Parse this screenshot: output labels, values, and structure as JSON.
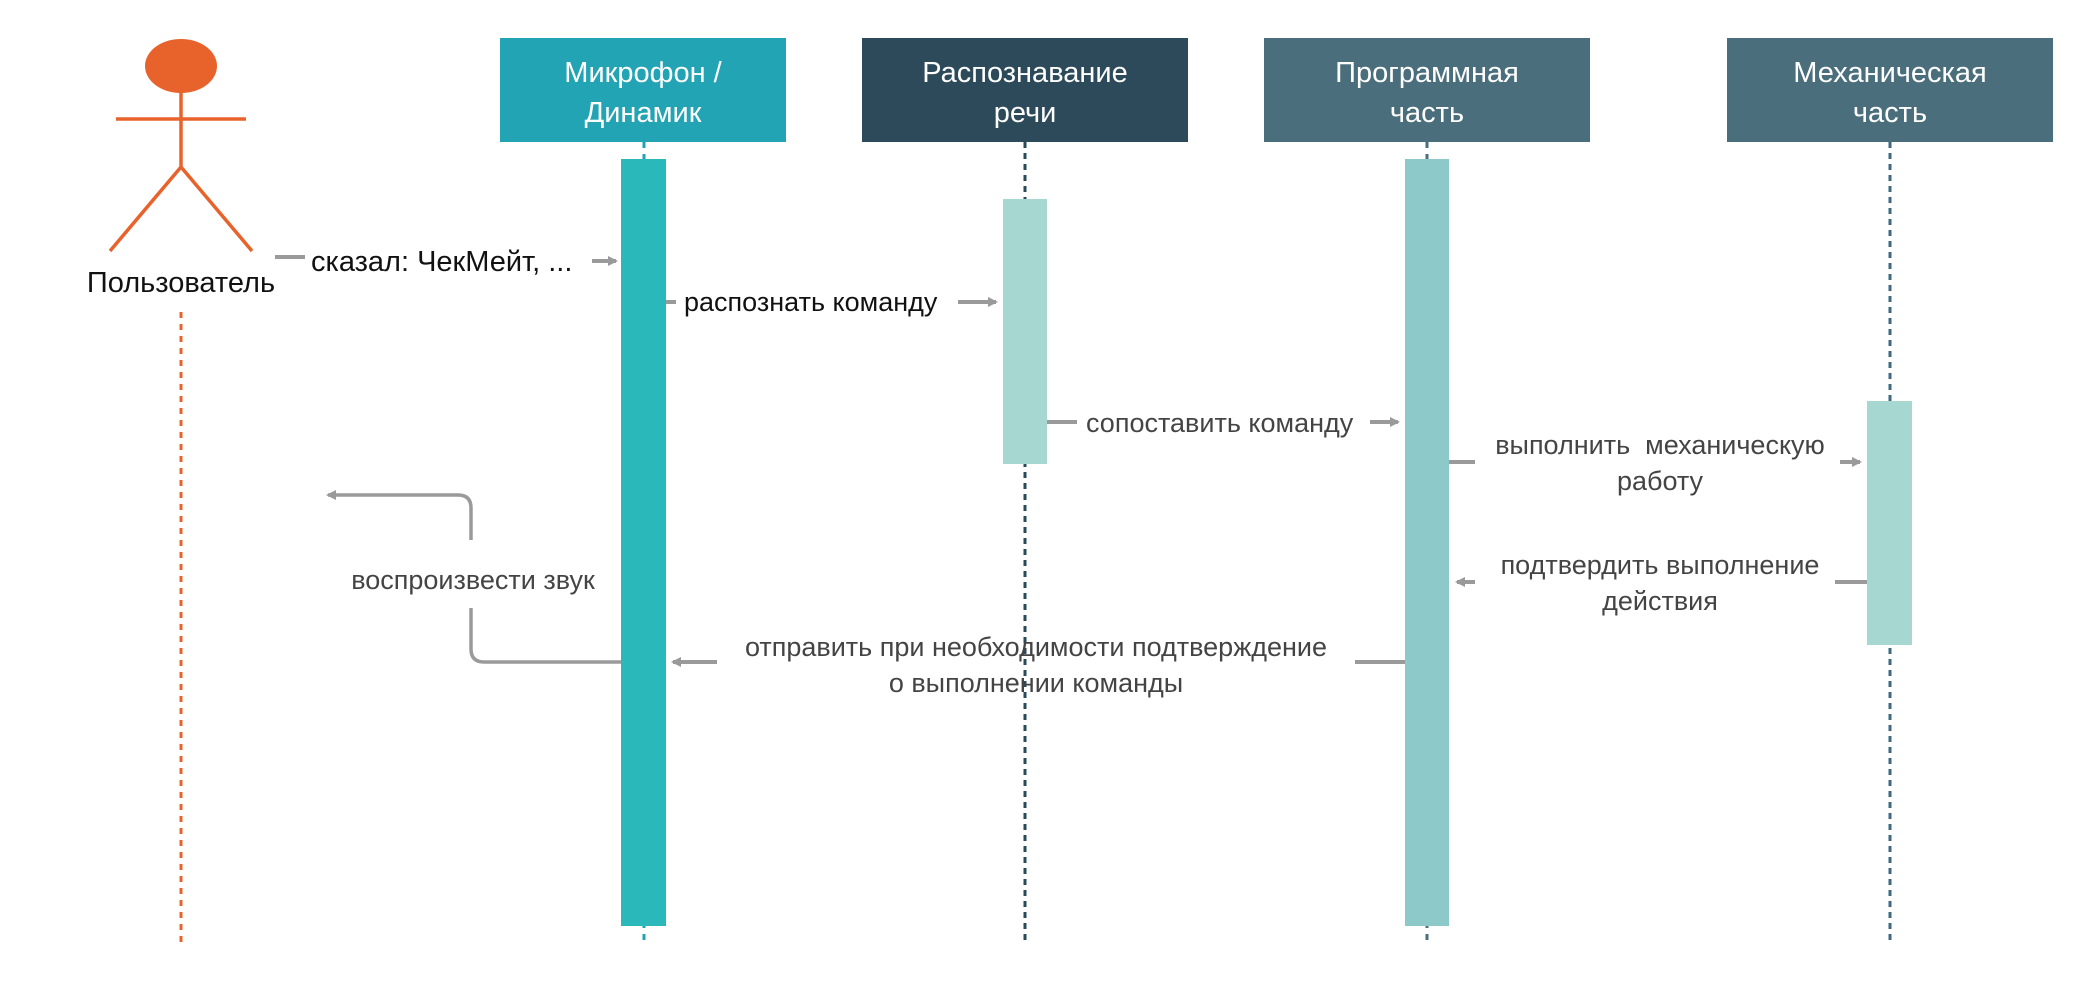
{
  "colors": {
    "actor": "#E8632C",
    "mic_header": "#22A4B4",
    "speech_header": "#2D4A5A",
    "program_header": "#4A6E7C",
    "mech_header": "#4A6E7C",
    "mic_activation": "#2BB8BB",
    "speech_activation": "#A6D7D1",
    "program_activation": "#8EC9CA",
    "mech_activation": "#A6D7D1",
    "arrow": "#9A9A9A",
    "lifeline_dark": "#2A4A5A",
    "lifeline_mech": "#3D6A80"
  },
  "actor": {
    "name": "Пользователь",
    "icon": "stick-figure-icon"
  },
  "participants": [
    {
      "id": "mic",
      "line1": "Микрофон /",
      "line2": "Динамик"
    },
    {
      "id": "speech",
      "line1": "Распознавание",
      "line2": "речи"
    },
    {
      "id": "program",
      "line1": "Программная",
      "line2": "часть"
    },
    {
      "id": "mech",
      "line1": "Механическая",
      "line2": "часть"
    }
  ],
  "messages": [
    {
      "id": "said",
      "from": "Пользователь",
      "to": "Микрофон / Динамик",
      "lines": [
        "сказал: ЧекМейт, ..."
      ]
    },
    {
      "id": "recognize",
      "from": "Микрофон / Динамик",
      "to": "Распознавание речи",
      "lines": [
        "распознать команду"
      ]
    },
    {
      "id": "match",
      "from": "Распознавание речи",
      "to": "Программная часть",
      "lines": [
        "сопоставить команду"
      ]
    },
    {
      "id": "execute",
      "from": "Программная часть",
      "to": "Механическая часть",
      "lines": [
        "выполнить  механическую",
        "работу"
      ]
    },
    {
      "id": "confirm",
      "from": "Механическая часть",
      "to": "Программная часть",
      "lines": [
        "подтвердить выполнение",
        "действия"
      ]
    },
    {
      "id": "send",
      "from": "Программная часть",
      "to": "Микрофон / Динамик",
      "lines": [
        "отправить при необходимости подтверждение",
        "о выполнении команды"
      ]
    },
    {
      "id": "play",
      "from": "Микрофон / Динамик",
      "to": "Пользователь",
      "lines": [
        "воспроизвести звук"
      ]
    }
  ]
}
